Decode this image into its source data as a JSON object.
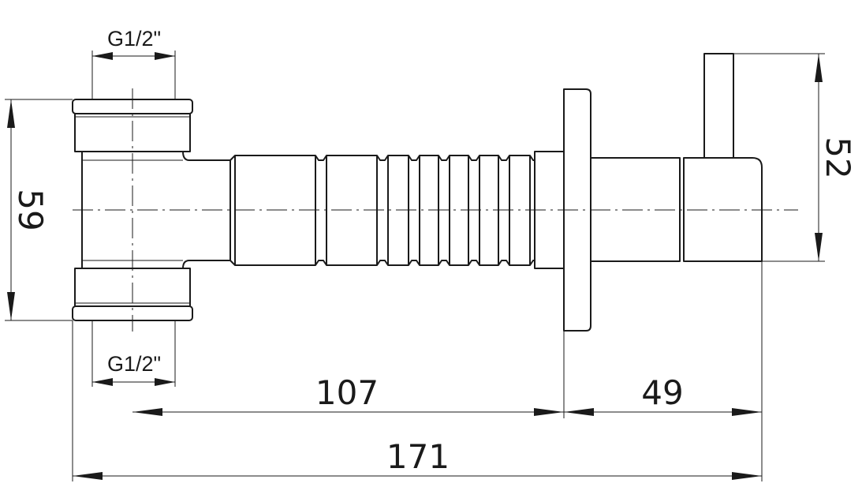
{
  "thread_labels": {
    "top": "G1/2\"",
    "bottom": "G1/2\""
  },
  "dimensions": {
    "height_left": "59",
    "height_right": "52",
    "length_107": "107",
    "length_49": "49",
    "length_total": "171"
  }
}
